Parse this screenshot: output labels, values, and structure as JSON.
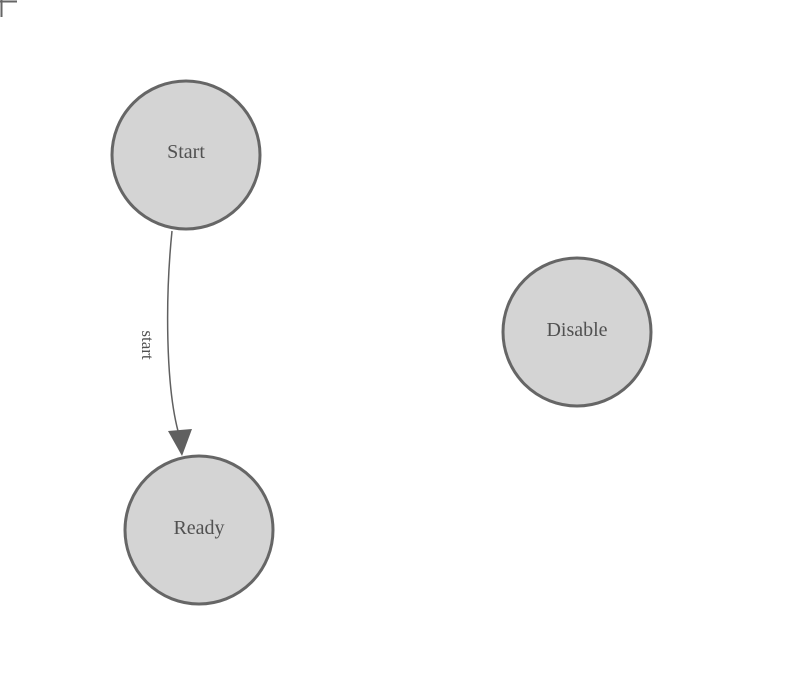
{
  "app": {
    "background_color": "#ffffff"
  },
  "diagram": {
    "colors": {
      "node_fill": "#d4d4d4",
      "node_stroke": "#666666",
      "node_text": "#515151",
      "edge_stroke": "#606060",
      "corner_mark": "#666666"
    },
    "nodes": [
      {
        "id": "start",
        "label": "Start"
      },
      {
        "id": "ready",
        "label": "Ready"
      },
      {
        "id": "disable",
        "label": "Disable"
      }
    ],
    "edges": [
      {
        "from": "Start",
        "to": "Ready",
        "label": "start"
      }
    ]
  }
}
